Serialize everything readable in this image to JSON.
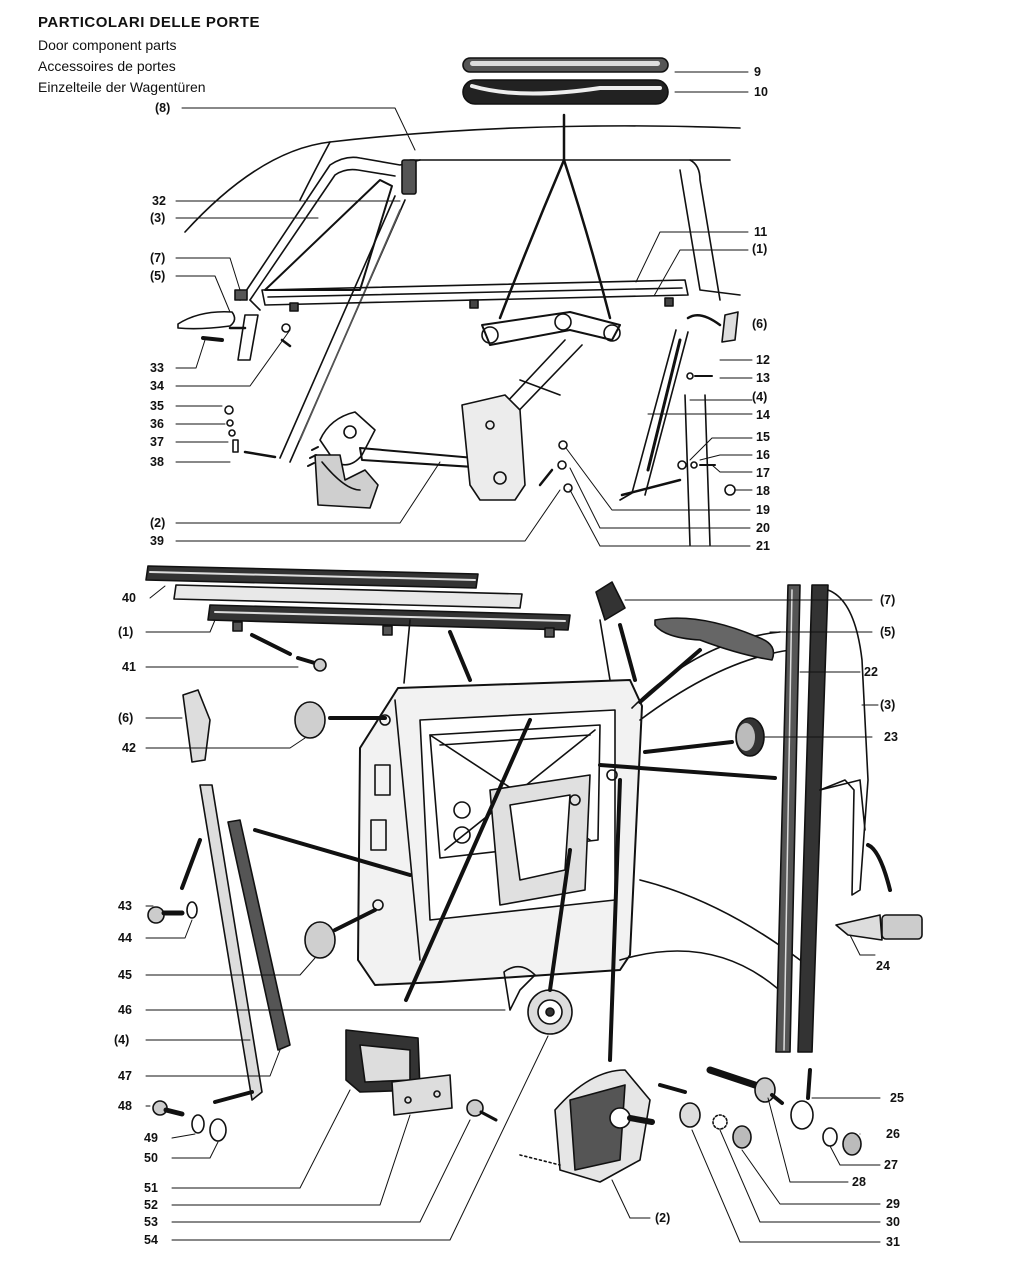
{
  "header": {
    "title": "PARTICOLARI DELLE PORTE",
    "subtitles": [
      "Door component parts",
      "Accessoires de portes",
      "Einzelteile der Wagentüren"
    ]
  },
  "callouts": [
    "9",
    "10",
    "(8)",
    "32",
    "(3)",
    "11",
    "(1)",
    "(7)",
    "(5)",
    "(6)",
    "33",
    "34",
    "12",
    "13",
    "(4)",
    "35",
    "36",
    "14",
    "37",
    "15",
    "16",
    "38",
    "17",
    "18",
    "19",
    "(2)",
    "20",
    "39",
    "21",
    "40",
    "(1)",
    "41",
    "(6)",
    "42",
    "(7)",
    "(5)",
    "22",
    "(3)",
    "23",
    "43",
    "44",
    "45",
    "24",
    "46",
    "(4)",
    "47",
    "25",
    "48",
    "26",
    "49",
    "27",
    "50",
    "28",
    "51",
    "29",
    "52",
    "30",
    "53",
    "31",
    "54",
    "(2)"
  ]
}
